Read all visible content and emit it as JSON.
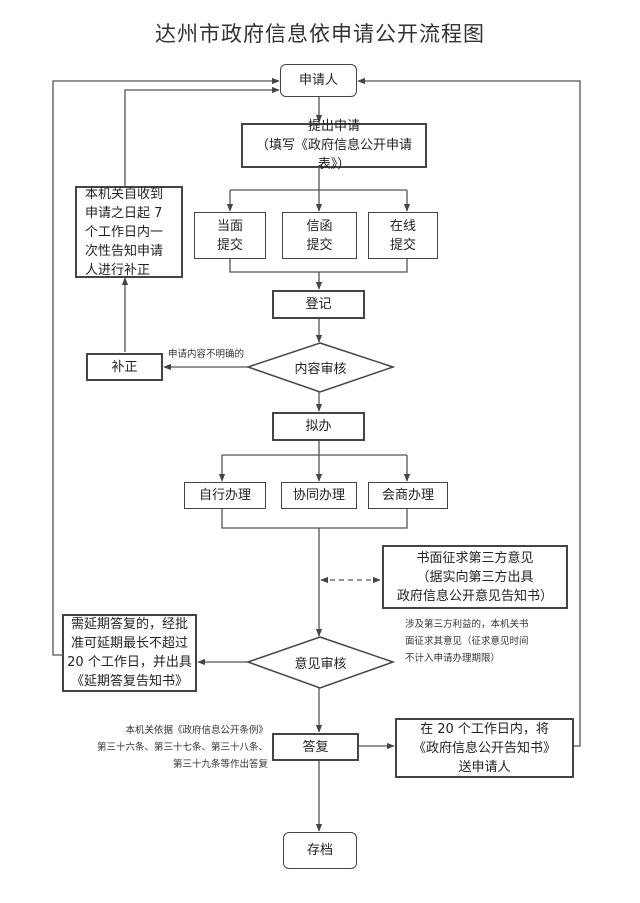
{
  "title": "达州市政府信息依申请公开流程图",
  "nodes": {
    "applicant": "申请人",
    "submit": "提出申请\n（填写《政府信息公开申请表》）",
    "in_person": "当面\n提交",
    "by_letter": "信函\n提交",
    "online": "在线\n提交",
    "register": "登记",
    "content_review": "内容审核",
    "correction": "补正",
    "correction_notice": "本机关自收到\n申请之日起 7\n个工作日内一\n次性告知申请\n人进行补正",
    "draft": "拟办",
    "self_handle": "自行办理",
    "joint_handle": "协同办理",
    "consult_handle": "会商办理",
    "third_party": "书面征求第三方意见\n（据实向第三方出具\n政府信息公开意见告知书）",
    "opinion_review": "意见审核",
    "extension": "需延期答复的，经批\n准可延期最长不超过\n20 个工作日，并出具\n《延期答复告知书》",
    "reply": "答复",
    "deliver": "在 20 个工作日内，将\n《政府信息公开告知书》\n送申请人",
    "archive": "存档"
  },
  "notes": {
    "unclear": "申请内容不明确的",
    "third_party_note": "涉及第三方利益的，本机关书\n面征求其意见（征求意见时间\n不计入申请办理期限）",
    "reply_basis": "本机关依据《政府信息公开条例》\n第三十六条、第三十七条、第三十八条、\n第三十九条等作出答复"
  }
}
